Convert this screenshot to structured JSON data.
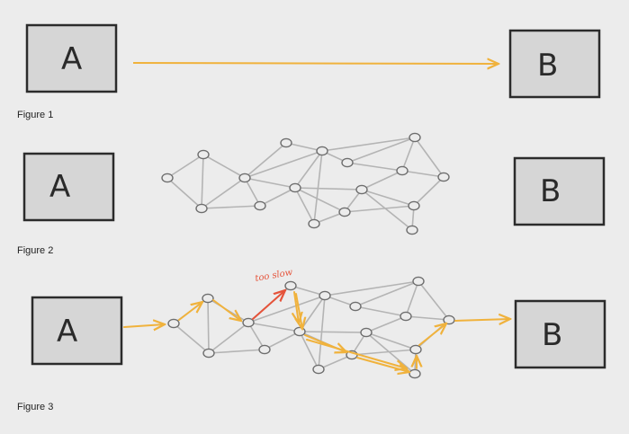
{
  "figures": [
    {
      "caption": "Figure 1",
      "source_label": "A",
      "target_label": "B"
    },
    {
      "caption": "Figure 2",
      "source_label": "A",
      "target_label": "B"
    },
    {
      "caption": "Figure 3",
      "source_label": "A",
      "target_label": "B",
      "annotation": "too slow"
    }
  ],
  "colors": {
    "background": "#ececec",
    "box_fill": "#d6d6d6",
    "box_stroke": "#2b2b2b",
    "edge": "#b4b4b4",
    "node_stroke": "#6e6e6e",
    "path": "#f0b23c",
    "slow_path": "#e5533a"
  }
}
